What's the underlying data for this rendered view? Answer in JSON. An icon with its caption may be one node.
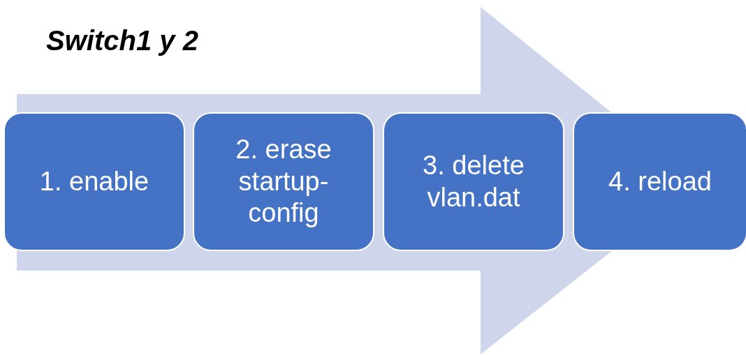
{
  "diagram": {
    "title": "Switch1 y 2",
    "nodes": [
      {
        "text": [
          "1. enable"
        ]
      },
      {
        "text": [
          "2. erase startup-config"
        ]
      },
      {
        "text": [
          "3. delete vlan.dat"
        ]
      },
      {
        "text": [
          "4. reload"
        ]
      }
    ],
    "edges": [
      {
        "from": 0,
        "to": 3,
        "arrow": "to"
      }
    ]
  }
}
